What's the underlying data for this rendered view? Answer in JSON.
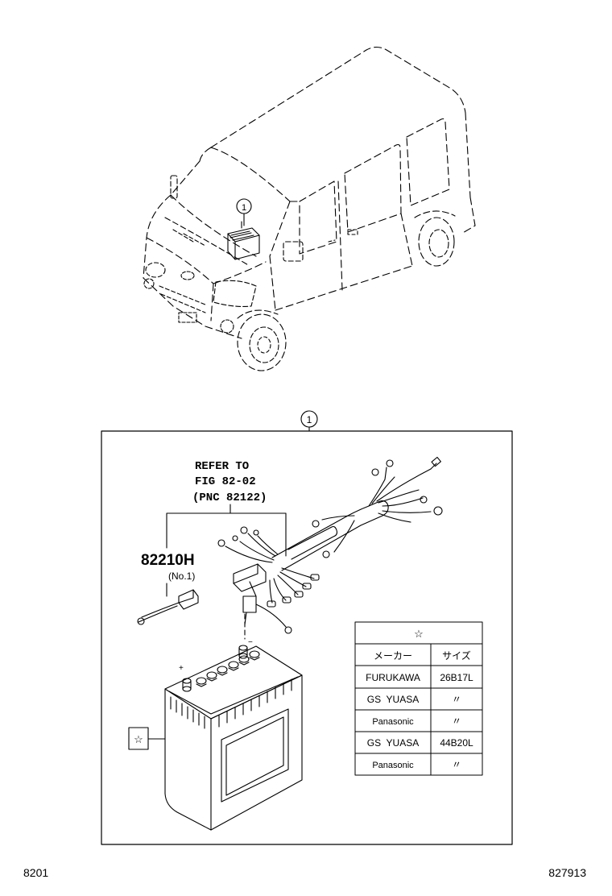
{
  "callout_number": "1",
  "detail": {
    "refer_line1": "REFER TO",
    "refer_line2": "FIG 82-02",
    "refer_line3": "(PNC 82122)",
    "part_number": "82210H",
    "part_note": "(No.1)"
  },
  "table": {
    "header_symbol": "☆",
    "col_maker": "メーカー",
    "col_size": "サイズ",
    "rows": [
      {
        "maker": "FURUKAWA",
        "size": "26B17L"
      },
      {
        "maker": "GS  YUASA",
        "size": "〃"
      },
      {
        "maker": "Panasonic",
        "size": "〃"
      },
      {
        "maker": "GS  YUASA",
        "size": "44B20L"
      },
      {
        "maker": "Panasonic",
        "size": "〃"
      }
    ]
  },
  "battery_symbol": "☆",
  "footer": {
    "left_code": "8201",
    "right_code": "827913"
  }
}
